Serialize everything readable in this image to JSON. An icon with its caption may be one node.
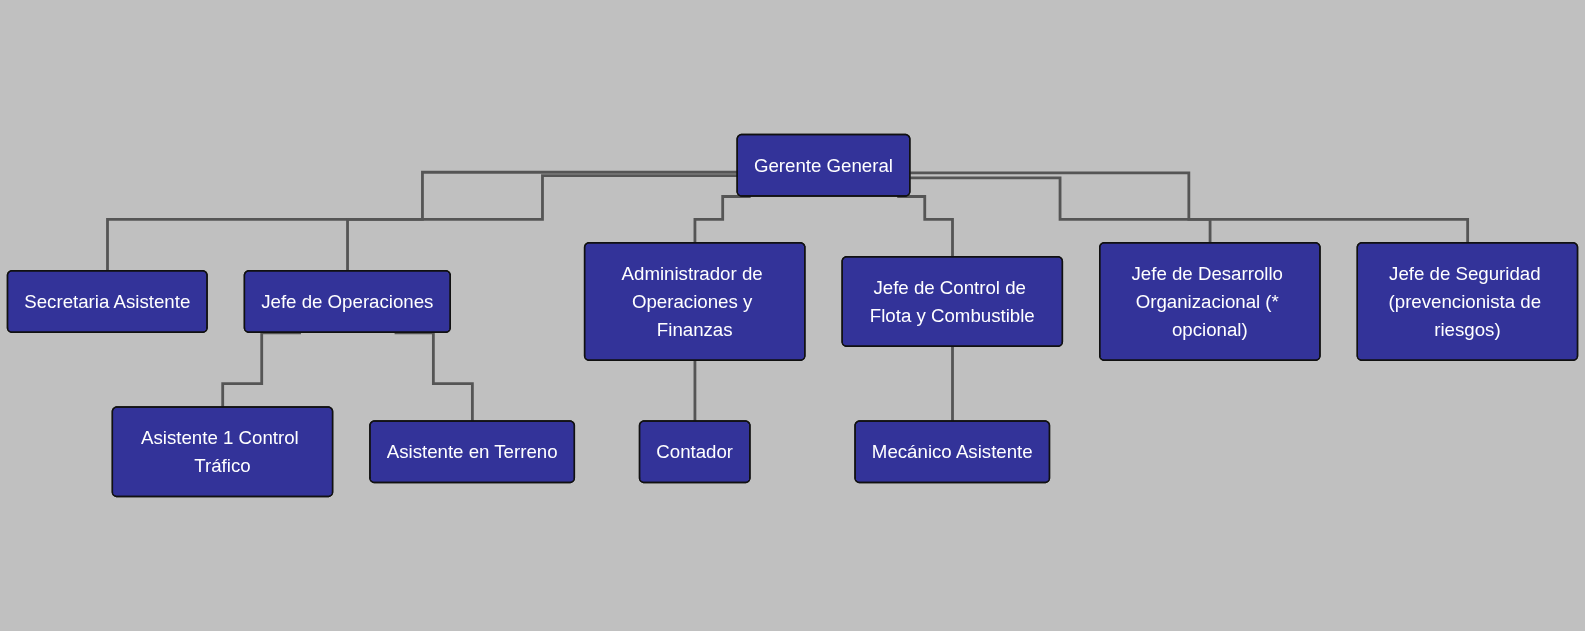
{
  "diagram": {
    "nodes": [
      {
        "text": [
          "Gerente General"
        ]
      },
      {
        "text": [
          "Secretaria Asistente"
        ]
      },
      {
        "text": [
          "Jefe de Operaciones"
        ]
      },
      {
        "text": [
          "Administrador de Operaciones y Finanzas"
        ]
      },
      {
        "text": [
          "Jefe de Control de Flota y Combustible"
        ]
      },
      {
        "text": [
          "Jefe de Desarrollo Organizacional (* opcional)"
        ]
      },
      {
        "text": [
          "Jefe de Seguridad (prevencionista de riesgos)"
        ]
      },
      {
        "text": [
          "Asistente 1 Control Tráfico"
        ]
      },
      {
        "text": [
          "Asistente en Terreno"
        ]
      },
      {
        "text": [
          "Contador"
        ]
      },
      {
        "text": [
          "Mecánico Asistente"
        ]
      }
    ],
    "edges": [
      {
        "from": 0,
        "to": 1,
        "arrow": "none"
      },
      {
        "from": 0,
        "to": 2,
        "arrow": "none"
      },
      {
        "from": 0,
        "to": 3,
        "arrow": "none"
      },
      {
        "from": 0,
        "to": 4,
        "arrow": "none"
      },
      {
        "from": 0,
        "to": 5,
        "arrow": "none"
      },
      {
        "from": 0,
        "to": 6,
        "arrow": "none"
      },
      {
        "from": 2,
        "to": 7,
        "arrow": "none"
      },
      {
        "from": 2,
        "to": 8,
        "arrow": "none"
      },
      {
        "from": 3,
        "to": 9,
        "arrow": "none"
      },
      {
        "from": 4,
        "to": 10,
        "arrow": "none"
      }
    ]
  }
}
